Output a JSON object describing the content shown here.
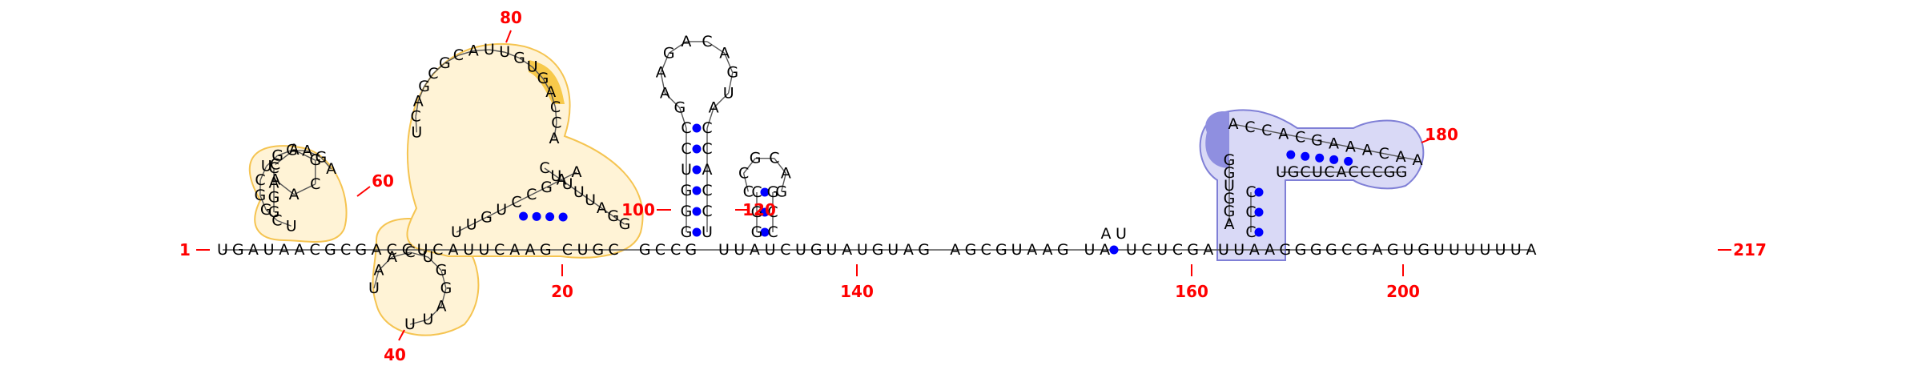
{
  "diagram": {
    "type": "rna-secondary-structure",
    "colors": {
      "numbers": "#ff0000",
      "pairs": "#0000ff",
      "highlight1_fill": "#fff3d6",
      "highlight1_stroke": "#f5c451",
      "highlight1_accent": "#f7c94a",
      "highlight2_fill": "#d9d9f6",
      "highlight2_stroke": "#7f7fd6",
      "highlight2_accent": "#8f8fe0"
    },
    "numbers": [
      "1",
      "20",
      "40",
      "60",
      "80",
      "100",
      "120",
      "140",
      "160",
      "180",
      "200",
      "217"
    ],
    "main_strand": "UGAUAACGCGACCUCAUUCAAGCUGCGCCGUUAUCUGUAUGUAGAGCGUAAGUAUCUCGAUUAAGGGGCGAGUGUUUUUUA",
    "stem_3": "GGGUCC",
    "stem_3_pair": "UCCACC",
    "loop_3": "GAAGACAGUA",
    "stem_small": "GGC",
    "stem_small_pair": "CCG",
    "loop_small": "CCGCAG",
    "bulge_pair": "AU",
    "hairpin_h1": "GGAC",
    "hairpin_h1_loop": "CAGCAA",
    "domain_a_loop": "UCGGCUGGAGA",
    "domain_a_lower": "UAACUGGAUU",
    "domain_b_loop": "UCAGCGCAUUGUGACCA",
    "domain_b_inner": "UUGUCCGAA",
    "domain_c": "CUUUUAGG",
    "blue_top": "ACCACGAAACAA",
    "blue_bottom": "UGCUCACCCGG",
    "blue_left": "AGGUGG",
    "blue_stem": "CCC"
  }
}
